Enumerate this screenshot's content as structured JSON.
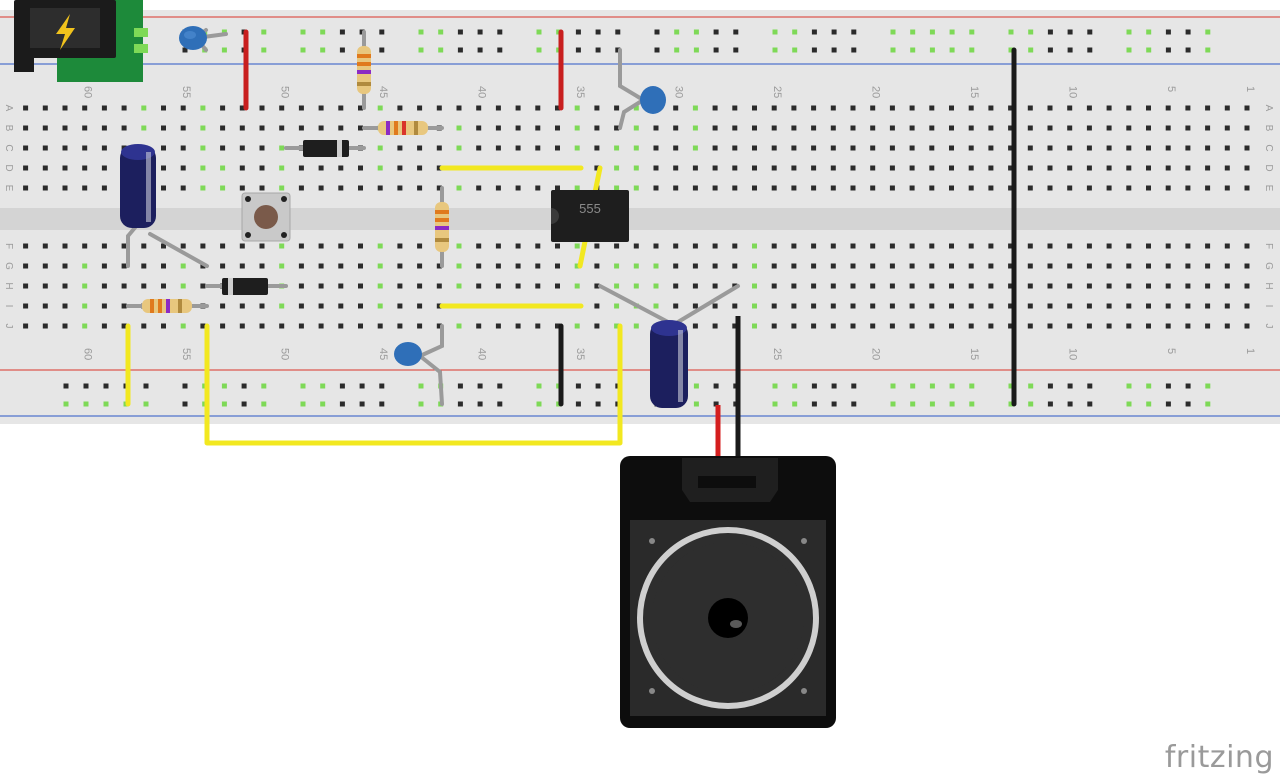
{
  "app": {
    "brand": "fritzing"
  },
  "breadboard": {
    "column_numbers": [
      "60",
      "55",
      "50",
      "45",
      "40",
      "35",
      "30",
      "25",
      "20",
      "15",
      "10",
      "5",
      "1"
    ],
    "row_letters_top": [
      "A",
      "B",
      "C",
      "D",
      "E"
    ],
    "row_letters_bottom": [
      "F",
      "G",
      "H",
      "I",
      "J"
    ]
  },
  "ic": {
    "label": "555"
  },
  "colors": {
    "board": "#e6e6e6",
    "rail_red": "#d9342b",
    "rail_blue": "#2a56c6",
    "wire_red": "#c81e1e",
    "wire_yellow": "#f2e820",
    "wire_black": "#1a1a1a",
    "lead_gray": "#9a9a9a",
    "active_hole": "#7ed957",
    "hole": "#2b2b2b"
  },
  "icons": [
    "dc-power-jack-icon",
    "speaker-icon",
    "pushbutton-icon"
  ]
}
